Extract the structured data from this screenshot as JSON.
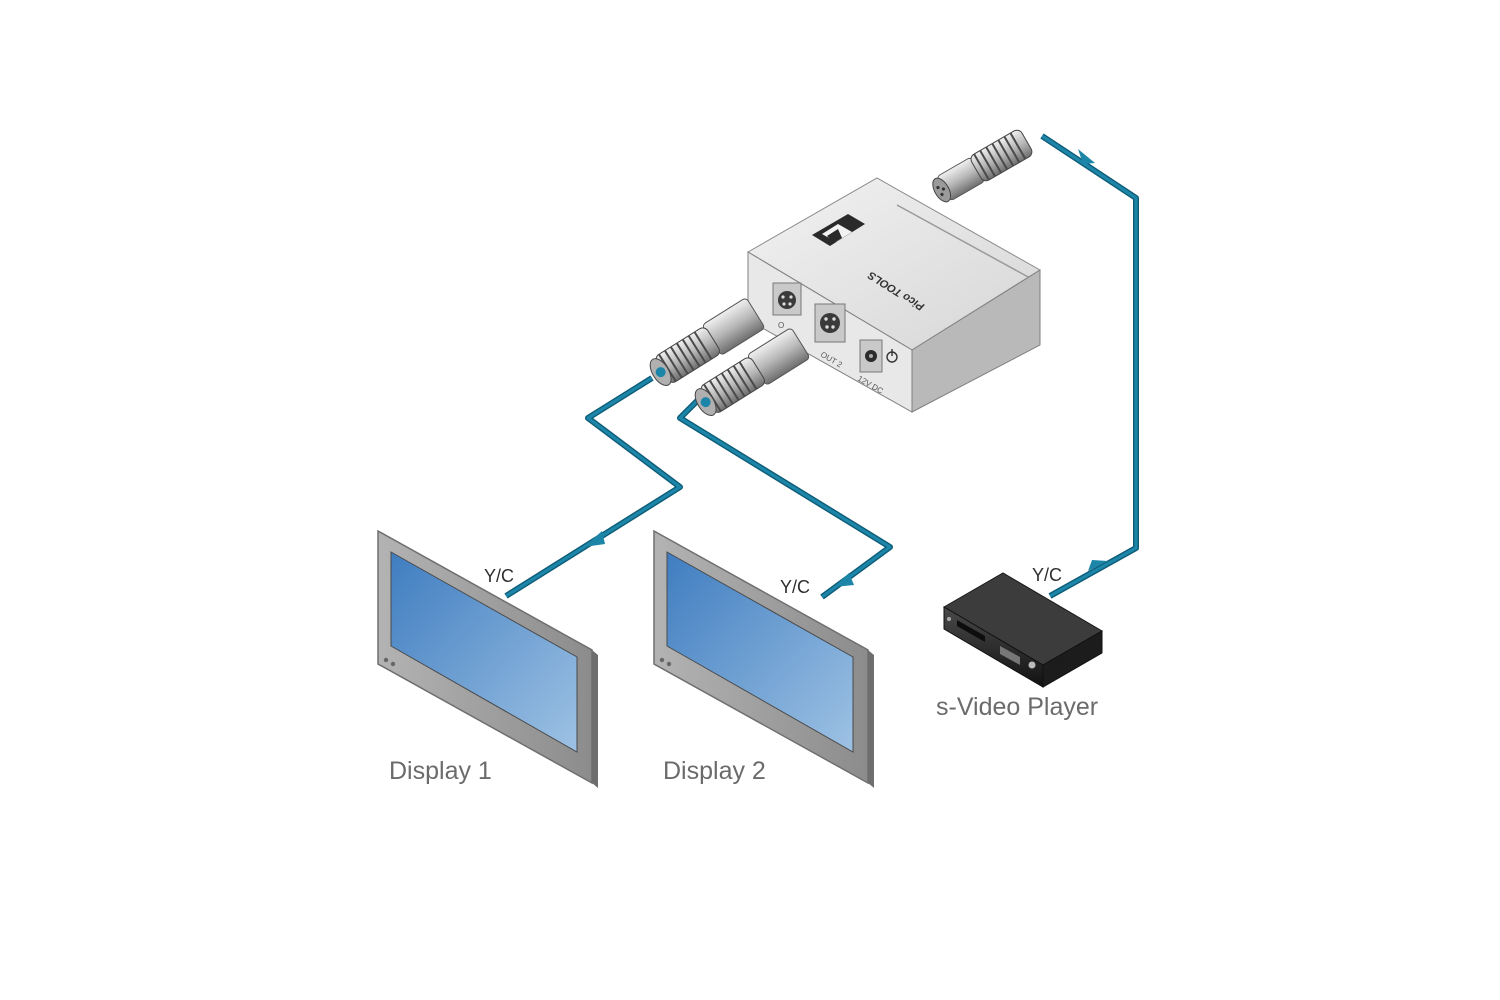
{
  "labels": {
    "display1": "Display 1",
    "display2": "Display 2",
    "player": "s-Video Player",
    "yc_display1": "Y/C",
    "yc_display2": "Y/C",
    "yc_player": "Y/C"
  },
  "device": {
    "brand": "Pico TOOLS",
    "port_out1": "O",
    "port_out2": "OUT 2",
    "port_dc": "12V DC"
  },
  "colors": {
    "cable": "#1d86a8",
    "cable_outline": "#0c5c78",
    "device_body": "#dcdcdc",
    "screen": "#5d93c9"
  }
}
